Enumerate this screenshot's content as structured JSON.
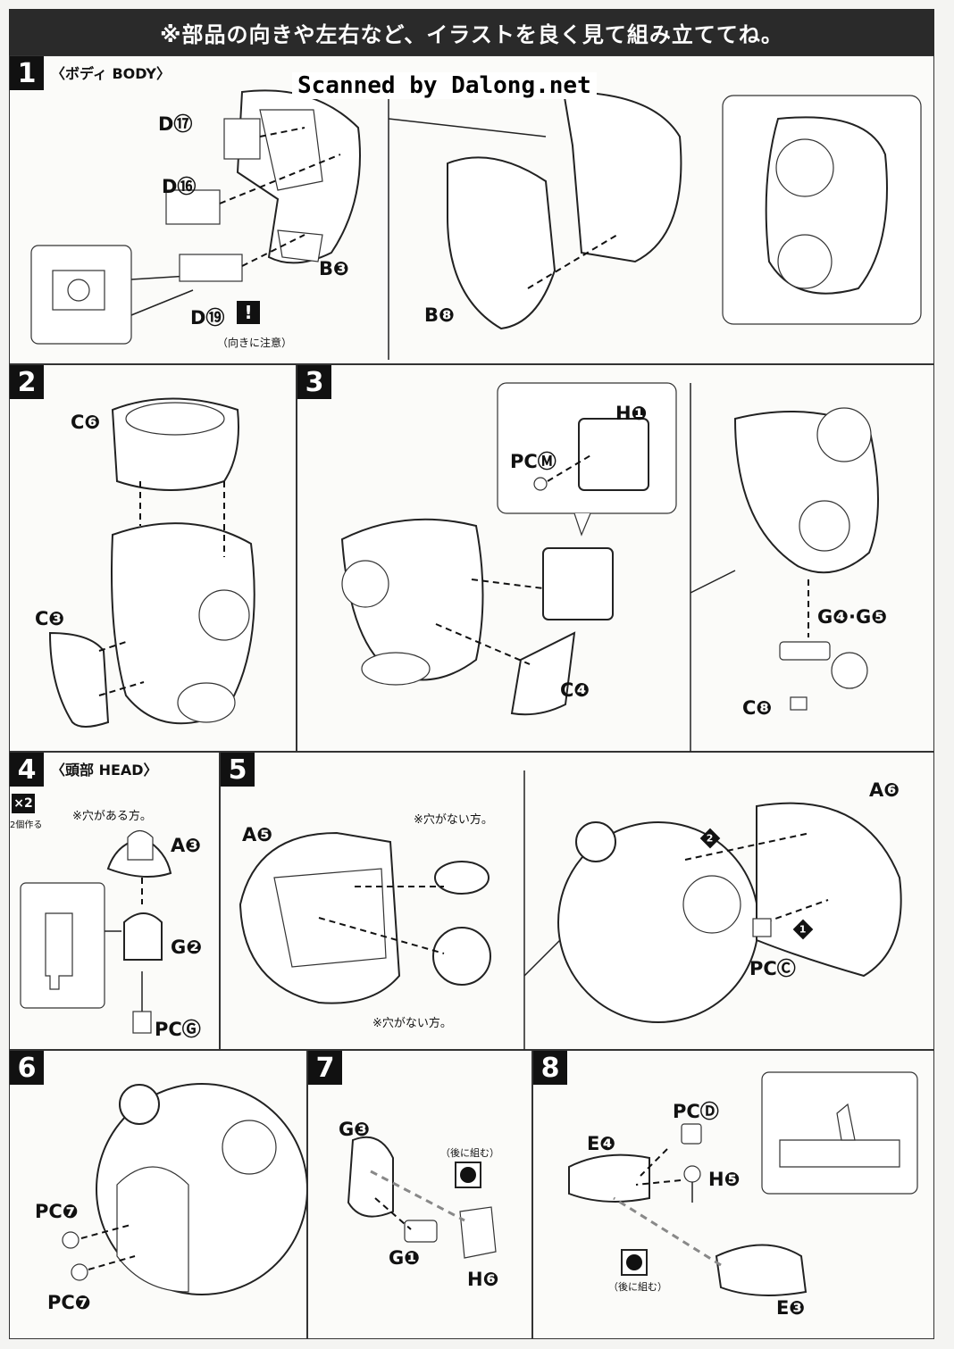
{
  "banner": "※部品の向きや左右など、イラストを良く見て組み立ててね。",
  "watermark": "Scanned by Dalong.net",
  "steps": [
    {
      "num": "1",
      "title": "〈ボディ BODY〉",
      "labels": {
        "d17": "D⑰",
        "d16": "D⑯",
        "d19": "D⑲",
        "b3": "B❸",
        "b8": "B❽"
      },
      "warning": "!",
      "warning_note": "（向きに注意）"
    },
    {
      "num": "2",
      "labels": {
        "c6": "C❻",
        "c3": "C❸"
      }
    },
    {
      "num": "3",
      "labels": {
        "h1": "H❶",
        "pcm": "PCⓂ",
        "c4": "C❹",
        "g45": "G❹·G❺",
        "c8": "C❽"
      }
    },
    {
      "num": "4",
      "title": "〈頭部 HEAD〉",
      "multiplier": "×2",
      "multiplier_note": "2個作る",
      "note_hole": "※穴がある方。",
      "labels": {
        "a3": "A❸",
        "g2": "G❷",
        "pcg": "PCⒼ"
      }
    },
    {
      "num": "5",
      "labels": {
        "a5": "A❺",
        "a6": "A❻",
        "pcc": "PCⒸ"
      },
      "note_nohole_1": "※穴がない方。",
      "note_nohole_2": "※穴がない方。",
      "order": [
        "2",
        "1"
      ]
    },
    {
      "num": "6",
      "labels": {
        "pc7a": "PC❼",
        "pc7b": "PC❼"
      }
    },
    {
      "num": "7",
      "labels": {
        "g3": "G❸",
        "g1": "G❶",
        "h6": "H❻"
      },
      "later": "（後に組む）"
    },
    {
      "num": "8",
      "labels": {
        "e4": "E❹",
        "pcd": "PCⒹ",
        "h5": "H❺",
        "e3": "E❸"
      },
      "later": "（後に組む）"
    }
  ]
}
